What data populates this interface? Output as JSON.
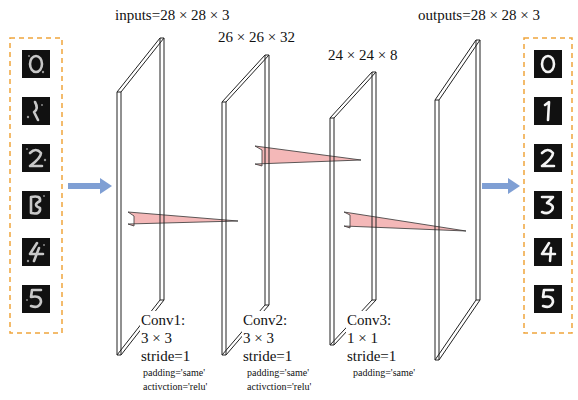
{
  "diagram": {
    "nodes": [
      {
        "text": [
          "inputs=28 × 28 × 3"
        ]
      },
      {
        "text": [
          "26 × 26 × 32"
        ]
      },
      {
        "text": [
          "24 × 24 × 8"
        ]
      },
      {
        "text": [
          "outputs=28 × 28 × 3"
        ]
      }
    ],
    "labels": [
      "Conv1:",
      "3 × 3",
      "stride=1",
      "padding='same'",
      "activction='relu'",
      "Conv2:",
      "3 × 3",
      "stride=1",
      "padding='same'",
      "activction='relu'",
      "Conv3:",
      "1 × 1",
      "stride=1",
      "padding='same'"
    ]
  }
}
